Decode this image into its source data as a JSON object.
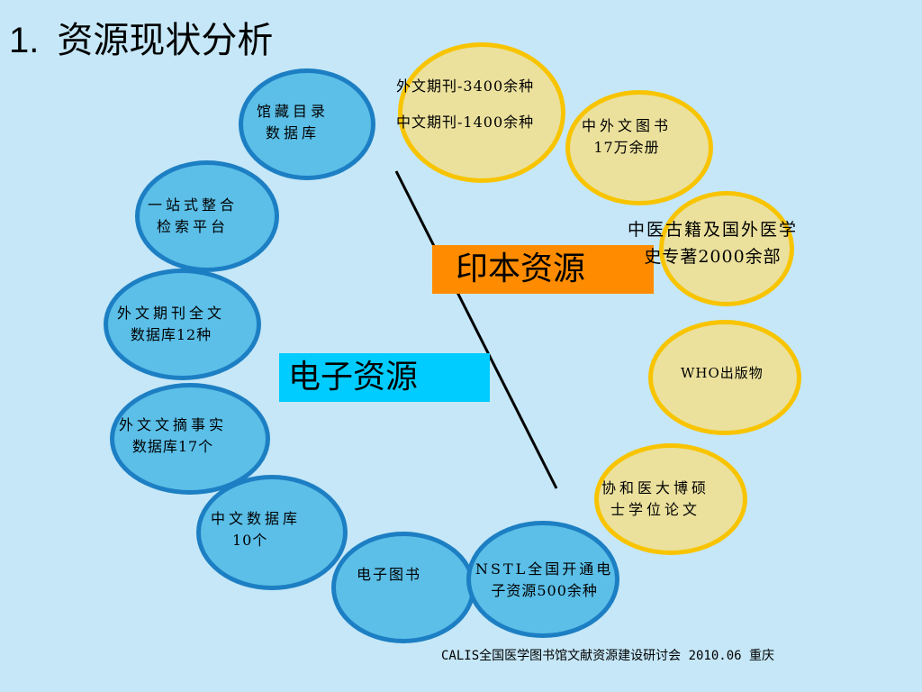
{
  "title": {
    "number": "1.",
    "text": "资源现状分析"
  },
  "electronic_label": "电子资源",
  "print_label": "印本资源",
  "electronic_resources": [
    {
      "line1": "馆藏目录",
      "line2": "数据库"
    },
    {
      "line1": "一站式整合",
      "line2": "检索平台"
    },
    {
      "line1": "外文期刊全文",
      "line2": "数据库12种"
    },
    {
      "line1": "外文文摘事实",
      "line2": "数据库17个"
    },
    {
      "line1": "中文数据库",
      "line2": "10个"
    },
    {
      "line1": "电子图书",
      "line2": ""
    },
    {
      "line1": "NSTL全国开通电",
      "line2": "子资源500余种"
    }
  ],
  "print_resources": [
    {
      "line1": "外文期刊-3400余种",
      "line2": "中文期刊-1400余种"
    },
    {
      "line1": "中外文图书",
      "line2": "17万余册"
    },
    {
      "line1": "中医古籍及国外医学",
      "line2": "史专著2000余部"
    },
    {
      "line1": "WHO出版物",
      "line2": ""
    },
    {
      "line1": "协和医大博硕",
      "line2": "士学位论文"
    }
  ],
  "footer": "CALIS全国医学图书馆文献资源建设研讨会 2010.06 重庆",
  "colors": {
    "background": "#c5e7f7",
    "blue_fill": "#5bbfe8",
    "blue_border": "#1d7fc3",
    "yellow_fill": "#ebe19d",
    "yellow_border": "#f8c400",
    "electronic_box": "#00ccff",
    "print_box": "#ff8c00"
  }
}
